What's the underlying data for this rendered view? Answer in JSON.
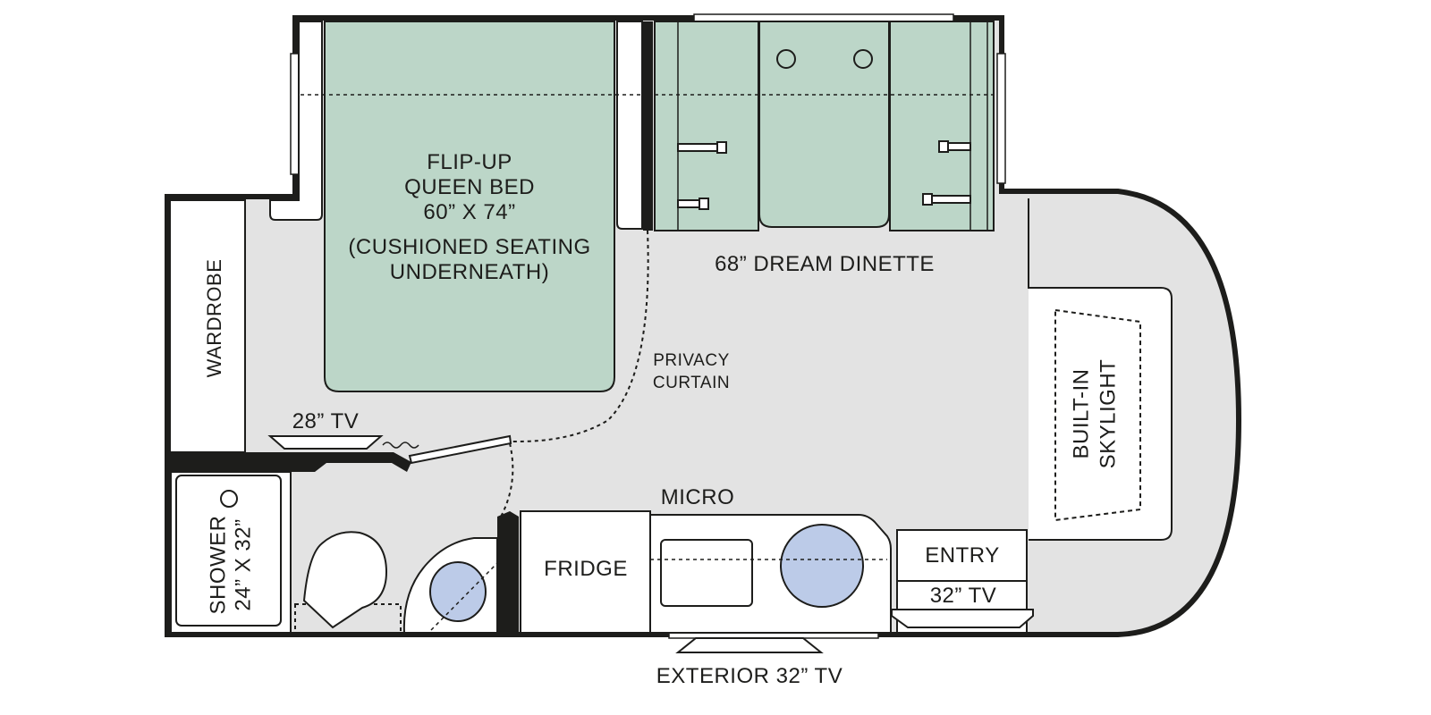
{
  "labels": {
    "bed_line1": "FLIP-UP",
    "bed_line2": "QUEEN BED",
    "bed_line3": "60” X 74”",
    "bed_line4": "(CUSHIONED SEATING",
    "bed_line5": "UNDERNEATH)",
    "dinette": "68” DREAM DINETTE",
    "wardrobe": "WARDROBE",
    "privacy_line1": "PRIVACY",
    "privacy_line2": "CURTAIN",
    "tv_bedroom": "28” TV",
    "skylight_line1": "BUILT-IN",
    "skylight_line2": "SKYLIGHT",
    "micro": "MICRO",
    "fridge": "FRIDGE",
    "entry": "ENTRY",
    "tv_entry": "32” TV",
    "shower_line1": "SHOWER",
    "shower_line2": "24” X 32”",
    "exterior_tv": "EXTERIOR 32” TV"
  },
  "colors": {
    "floor": "#e3e3e3",
    "wall": "#1d1d1b",
    "bed_fill": "#bcd6c8",
    "sink_fill": "#bccbe8",
    "white": "#ffffff"
  }
}
